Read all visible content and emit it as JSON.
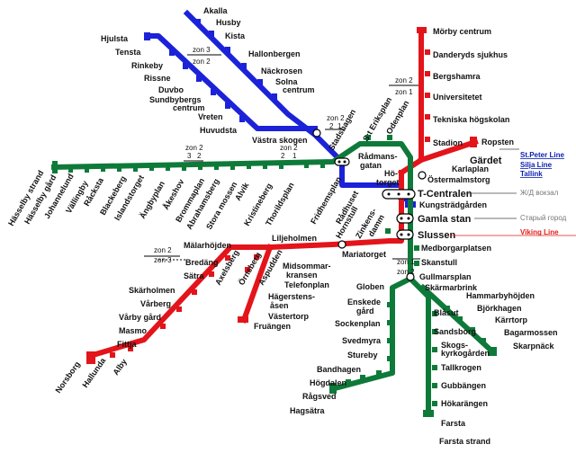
{
  "colors": {
    "blue": "#1c22d8",
    "red": "#e3141a",
    "green": "#0e7a39",
    "link": "#0a1fb0"
  },
  "stations": {
    "akalla": "Akalla",
    "husby": "Husby",
    "kista": "Kista",
    "hallonbergen": "Hallonbergen",
    "nackrosen": "Näckrosen",
    "solna1": "Solna",
    "solna2": "centrum",
    "vastra_skogen": "Västra skogen",
    "hjulsta": "Hjulsta",
    "tensta": "Tensta",
    "rinkeby": "Rinkeby",
    "rissne": "Rissne",
    "duvbo": "Duvbo",
    "sundbyberg1": "Sundbybergs",
    "sundbyberg2": "centrum",
    "vreten": "Vreten",
    "huvudsta": "Huvudsta",
    "stadshagen": "Stadshagen",
    "st_eriksplan": "S:t Eriksplan",
    "odenplan": "Odenplan",
    "radmans1": "Rådmans-",
    "radmans2": "gatan",
    "hotorget1": "Hö-",
    "hotorget2": "torget",
    "fridhemsplan": "Fridhemsplan",
    "radhuset": "Rådhuset",
    "t_centralen": "T-Centralen",
    "gamla_stan": "Gamla stan",
    "slussen": "Slussen",
    "kungstradgarden": "Kungsträdgården",
    "ostermalmstorg": "Östermalmstorg",
    "karlaplan": "Karlaplan",
    "gardet": "Gärdet",
    "ropsten": "Ropsten",
    "stadion": "Stadion",
    "tekniska": "Tekniska högskolan",
    "universitetet": "Universitetet",
    "bergshamra": "Bergshamra",
    "danderyd": "Danderyds sjukhus",
    "morby": "Mörby centrum",
    "hasselby_strand": "Hässelby strand",
    "hasselby_gard": "Hässelby gård",
    "johannelund": "Johannelund",
    "vallingby": "Vällingby",
    "racksta": "Råcksta",
    "blackeberg": "Blackeberg",
    "islandstorget": "Islandstorget",
    "angbyplan": "Ängbyplan",
    "akeshov": "Åkeshov",
    "brommaplan": "Brommaplan",
    "abrahamsberg": "Abrahamsberg",
    "stora_mossen": "Stora mossen",
    "alvik": "Alvik",
    "kristineberg": "Kristineberg",
    "thorildsplan": "Thorildsplan",
    "hornstull": "Hornstull",
    "zinkensdamm1": "Zinkens-",
    "zinkensdamm2": "damm",
    "liljeholmen": "Liljeholmen",
    "midsommar1": "Midsommar-",
    "midsommar2": "kransen",
    "telefonplan": "Telefonplan",
    "hagersten1": "Hägerstens-",
    "hagersten2": "åsen",
    "vastertorp": "Västertorp",
    "fruangen": "Fruängen",
    "mariatorget": "Mariatorget",
    "aspudden": "Aspudden",
    "ornsberg": "Örnsberg",
    "axelsberg": "Axelsberg",
    "malarhojden": "Mälarhöjden",
    "bredang": "Bredäng",
    "satra": "Sätra",
    "skarholmen": "Skärholmen",
    "varberg": "Vårberg",
    "varby_gard": "Vårby gård",
    "masmo": "Masmo",
    "fittja": "Fittja",
    "norsborg": "Norsborg",
    "hallunda": "Hallunda",
    "alby": "Alby",
    "medborgarplatsen": "Medborgarplatsen",
    "skanstull": "Skanstull",
    "gullmarsplan": "Gullmarsplan",
    "skarmarbrink": "Skärmarbrink",
    "globen": "Globen",
    "enskede1": "Enskede",
    "enskede2": "gård",
    "sockenplan": "Sockenplan",
    "svedmyra": "Svedmyra",
    "stureby": "Stureby",
    "bandhagen": "Bandhagen",
    "hogdalen": "Högdalen",
    "ragsved": "Rågsved",
    "hagsatra": "Hagsätra",
    "hammarbyhojden": "Hammarbyhöjden",
    "bjorkhagen": "Björkhagen",
    "karrtorp": "Kärrtorp",
    "bagarmossen": "Bagarmossen",
    "skarpnack": "Skarpnäck",
    "blasut": "Blåsut",
    "sandsborg": "Sandsborg",
    "skogskyrko1": "Skogs-",
    "skogskyrko2": "kyrkogården",
    "tallkrogen": "Tallkrogen",
    "gubbangen": "Gubbängen",
    "hokarangen": "Hökarängen",
    "farsta": "Farsta",
    "farsta_strand": "Farsta strand"
  },
  "zones": {
    "z3": "zon 3",
    "z2": "zon 2",
    "z1": "zon 1",
    "n3": "3",
    "n2": "2",
    "n1": "1"
  },
  "links": {
    "stpeter": "St.Peter Line",
    "silja": "Silja Line",
    "tallink": "Tallink",
    "viking": "Viking Line"
  },
  "ru": {
    "vokzal": "Ж/Д вокзал",
    "gorod": "Старый город"
  }
}
